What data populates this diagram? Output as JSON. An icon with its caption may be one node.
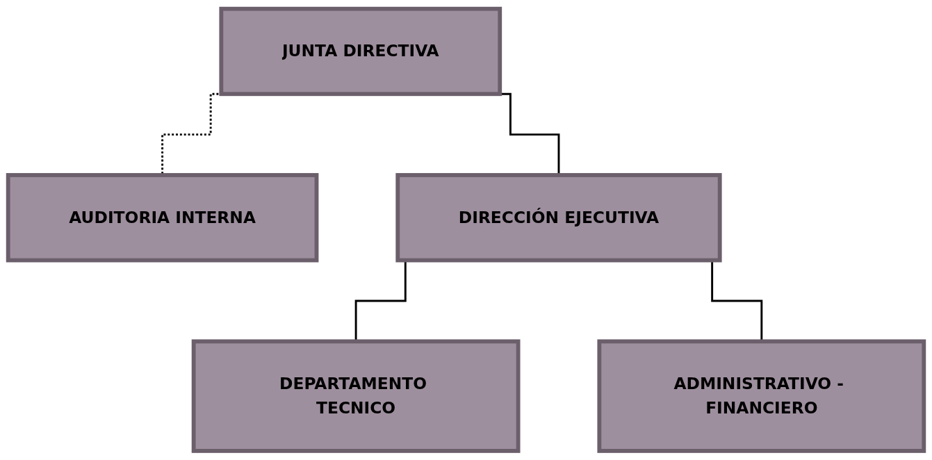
{
  "diagram": {
    "nodes": [
      {
        "text": [
          "JUNTA DIRECTIVA"
        ]
      },
      {
        "text": [
          "AUDITORIA INTERNA"
        ]
      },
      {
        "text": [
          "DIRECCIÓN EJECUTIVA"
        ]
      },
      {
        "text": [
          "DEPARTAMENTO TECNICO"
        ]
      },
      {
        "text": [
          "ADMINISTRATIVO - FINANCIERO"
        ]
      }
    ],
    "edges": [
      {
        "from": 0,
        "to": 2,
        "arrow": "none"
      },
      {
        "from": 0,
        "to": 1,
        "arrow": "none",
        "style": "dashed"
      },
      {
        "from": 2,
        "to": 3,
        "arrow": "none"
      },
      {
        "from": 2,
        "to": 4,
        "arrow": "none"
      }
    ]
  }
}
